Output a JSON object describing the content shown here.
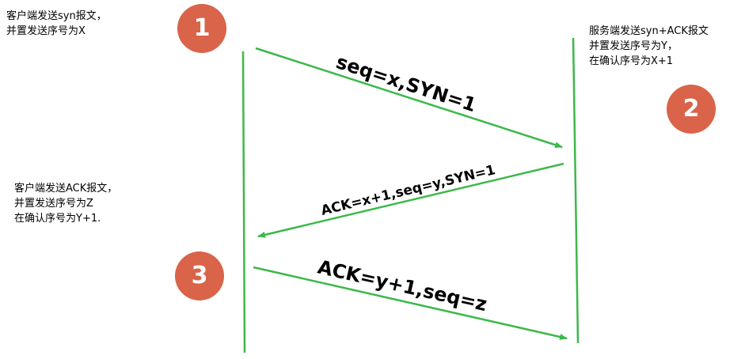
{
  "diagram": {
    "colors": {
      "timeline": "#3db84a",
      "arrow": "#3db84a",
      "badge": "#d9644a",
      "badge_text": "#ffffff",
      "text": "#000000"
    },
    "steps": [
      {
        "number": "1",
        "note_lines": [
          "客户端发送syn报文，",
          "并置发送序号为X"
        ]
      },
      {
        "number": "2",
        "note_lines": [
          "服务端发送syn+ACK报文",
          "并置发送序号为Y，",
          "在确认序号为X+1"
        ]
      },
      {
        "number": "3",
        "note_lines": [
          "客户端发送ACK报文，",
          "并置发送序号为Z",
          "在确认序号为Y+1."
        ]
      }
    ],
    "messages": [
      {
        "label": "seq=x,SYN=1",
        "direction": "client-to-server"
      },
      {
        "label": "ACK=x+1,seq=y,SYN=1",
        "direction": "server-to-client"
      },
      {
        "label": "ACK=y+1,seq=z",
        "direction": "client-to-server"
      }
    ]
  }
}
